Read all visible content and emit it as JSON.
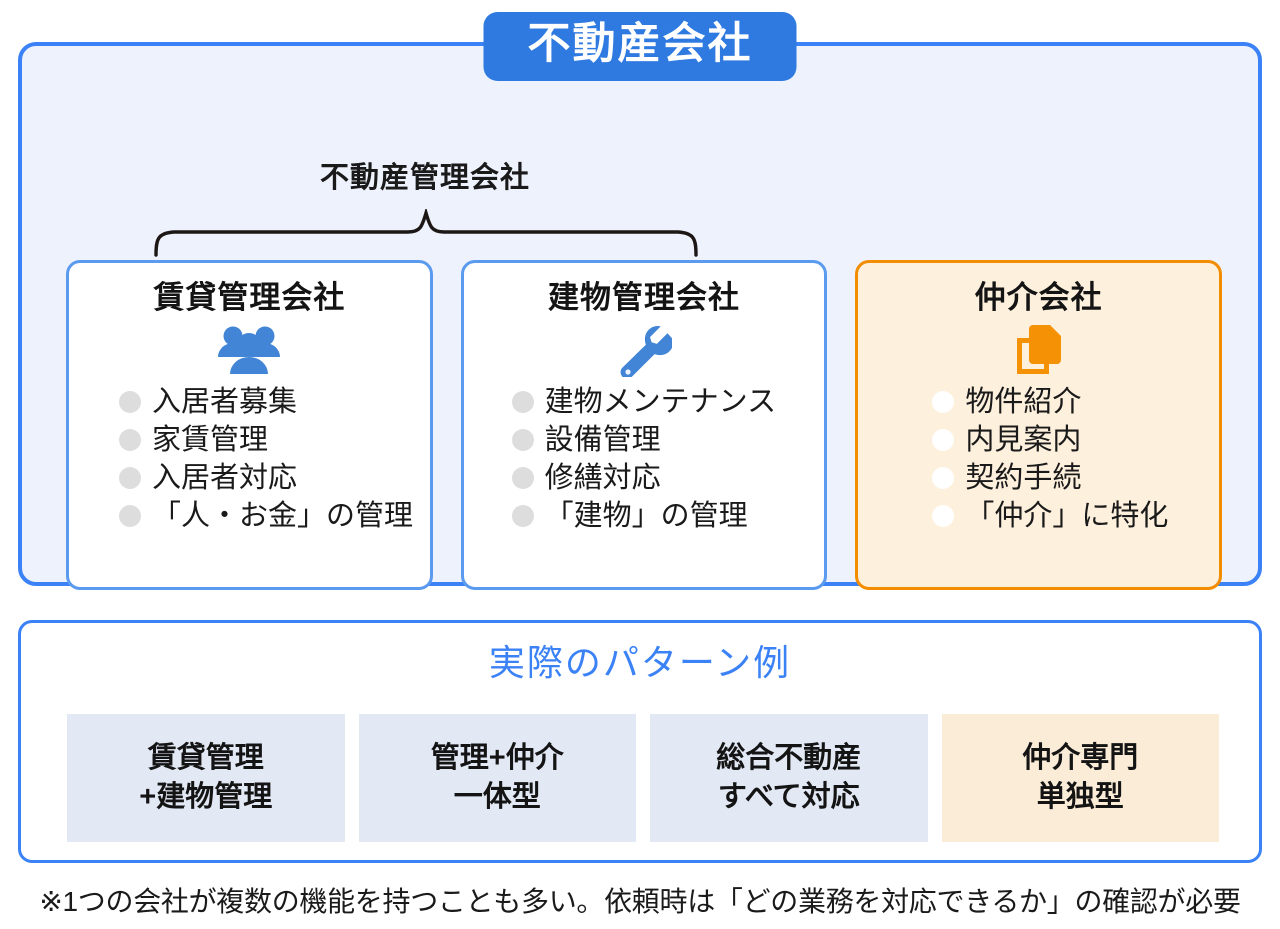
{
  "colors": {
    "primary_blue": "#3b82f6",
    "badge_blue": "#2f7ae0",
    "panel_fill": "#eef2fc",
    "accent_orange": "#f28c00",
    "accent_fill": "#fdf0dd",
    "pattern_fill": "#e2e8f4",
    "pattern_accent_fill": "#fbecd8",
    "bullet_grey": "#dddddd"
  },
  "top_panel": {
    "badge_label": "不動産会社",
    "group_label": "不動産管理会社",
    "brace_icon": "curly-brace-icon",
    "cards": [
      {
        "title": "賃貸管理会社",
        "icon": "people-group-icon",
        "accent": false,
        "bullets": [
          "入居者募集",
          "家賃管理",
          "入居者対応",
          "「人・お金」の管理"
        ]
      },
      {
        "title": "建物管理会社",
        "icon": "wrench-icon",
        "accent": false,
        "bullets": [
          "建物メンテナンス",
          "設備管理",
          "修繕対応",
          "「建物」の管理"
        ]
      },
      {
        "title": "仲介会社",
        "icon": "copy-documents-icon",
        "accent": true,
        "bullets": [
          "物件紹介",
          "内見案内",
          "契約手続",
          "「仲介」に特化"
        ]
      }
    ]
  },
  "bottom_panel": {
    "title": "実際のパターン例",
    "patterns": [
      {
        "line1": "賃貸管理",
        "line2": "+建物管理",
        "accent": false
      },
      {
        "line1": "管理+仲介",
        "line2": "一体型",
        "accent": false
      },
      {
        "line1": "総合不動産",
        "line2": "すべて対応",
        "accent": false
      },
      {
        "line1": "仲介専門",
        "line2": "単独型",
        "accent": true
      }
    ]
  },
  "footnote": "※1つの会社が複数の機能を持つことも多い。依頼時は「どの業務を対応できるか」の確認が必要"
}
